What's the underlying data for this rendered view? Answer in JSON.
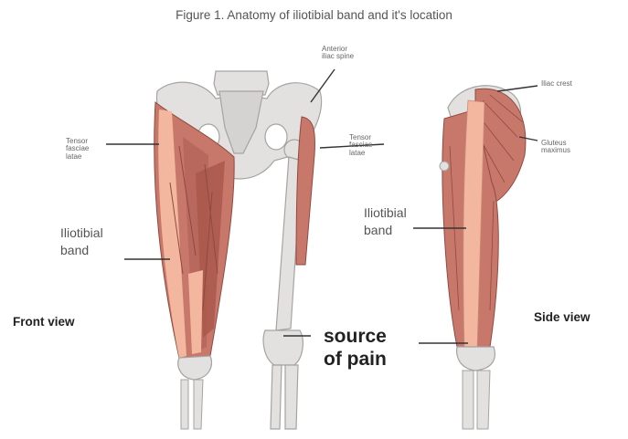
{
  "figure_title": "Figure 1. Anatomy of iliotibial band and it's location",
  "labels": {
    "anterior_iliac_spine_1": "Anterior",
    "anterior_iliac_spine_2": "iliac spine",
    "tensor_left_1": "Tensor",
    "tensor_left_2": "fasciae",
    "tensor_left_3": "latae",
    "tensor_mid_1": "Tensor",
    "tensor_mid_2": "fasciae",
    "tensor_mid_3": "latae",
    "iliac_crest": "Iliac crest",
    "gluteus_1": "Gluteus",
    "gluteus_2": "maximus",
    "itb_front_1": "Iliotibial",
    "itb_front_2": "band",
    "itb_side_1": "Iliotibial",
    "itb_side_2": "band",
    "front_view": "Front view",
    "side_view": "Side view",
    "pain_1": "source",
    "pain_2": "of pain"
  },
  "colors": {
    "muscle": "#c8786a",
    "muscle_dark": "#a9564b",
    "tendon": "#f2b79e",
    "bone": "#e3e1e0",
    "bone_outline": "#a6a3a2",
    "leader_line": "#333333"
  }
}
